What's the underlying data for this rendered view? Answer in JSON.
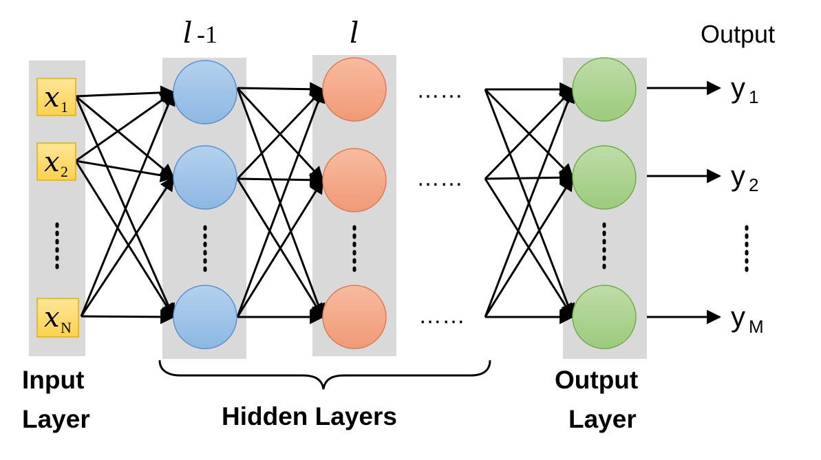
{
  "header": {
    "prev_layer_label": "l",
    "prev_layer_suffix": "-1",
    "curr_layer_label": "l",
    "output_heading": "Output"
  },
  "inputs": [
    {
      "symbol": "x",
      "subscript": "1"
    },
    {
      "symbol": "x",
      "subscript": "2"
    },
    {
      "symbol": "x",
      "subscript": "N"
    }
  ],
  "outputs": [
    {
      "symbol": "y",
      "subscript": "1"
    },
    {
      "symbol": "y",
      "subscript": "2"
    },
    {
      "symbol": "y",
      "subscript": "M"
    }
  ],
  "ellipsis": "……",
  "labels": {
    "input_layer_line1": "Input",
    "input_layer_line2": "Layer",
    "hidden_layers": "Hidden Layers",
    "output_layer_line1": "Output",
    "output_layer_line2": "Layer"
  },
  "colors": {
    "column_bg": "#d9d9d9",
    "input_fill": "#ffd966",
    "input_stroke": "#e6b000",
    "hidden1_fill": "#9dc3e6",
    "hidden1_stroke": "#5b8fcf",
    "hidden2_fill": "#f4a582",
    "hidden2_stroke": "#e07a4f",
    "output_fill": "#a9d18e",
    "output_stroke": "#70ad47",
    "arrow": "#000000"
  }
}
